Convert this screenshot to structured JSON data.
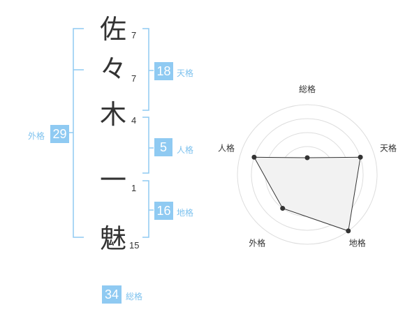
{
  "name": {
    "chars": [
      {
        "char": "佐",
        "strokes": "7"
      },
      {
        "char": "々",
        "strokes": "7"
      },
      {
        "char": "木",
        "strokes": "4"
      },
      {
        "char": "一",
        "strokes": "1"
      },
      {
        "char": "魅",
        "strokes": "15"
      }
    ]
  },
  "fortunes": {
    "tenkaku": {
      "value": "18",
      "label": "天格"
    },
    "jinkaku": {
      "value": "5",
      "label": "人格"
    },
    "chikaku": {
      "value": "16",
      "label": "地格"
    },
    "gaikaku": {
      "value": "29",
      "label": "外格"
    },
    "soukaku": {
      "value": "34",
      "label": "総格"
    }
  },
  "colors": {
    "accent": "#8fcaf2",
    "accent_text": "#7ec2ee",
    "text": "#333333",
    "grid": "#dddddd",
    "area_fill": "#f2f2f2",
    "polygon_line": "#333333"
  },
  "chart_data": {
    "type": "radar",
    "axes": [
      "総格",
      "天格",
      "地格",
      "外格",
      "人格"
    ],
    "values": [
      1.2,
      4,
      5,
      3,
      4
    ],
    "range": [
      0,
      5
    ]
  }
}
